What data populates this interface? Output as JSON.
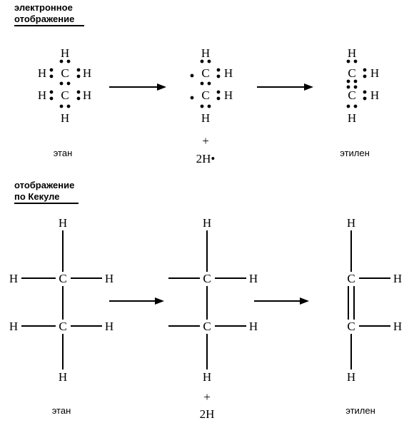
{
  "sections": {
    "electronic_title_1": "электронное",
    "electronic_title_2": "отображение",
    "kekule_title_1": "отображение",
    "kekule_title_2": "по Кекуле"
  },
  "atoms": {
    "carbon": "C",
    "hydrogen": "H"
  },
  "byproduct": {
    "plus": "+",
    "electronic": "2H•",
    "kekule": "2H"
  },
  "labels": {
    "ethane": "этан",
    "ethylene": "этилен"
  }
}
